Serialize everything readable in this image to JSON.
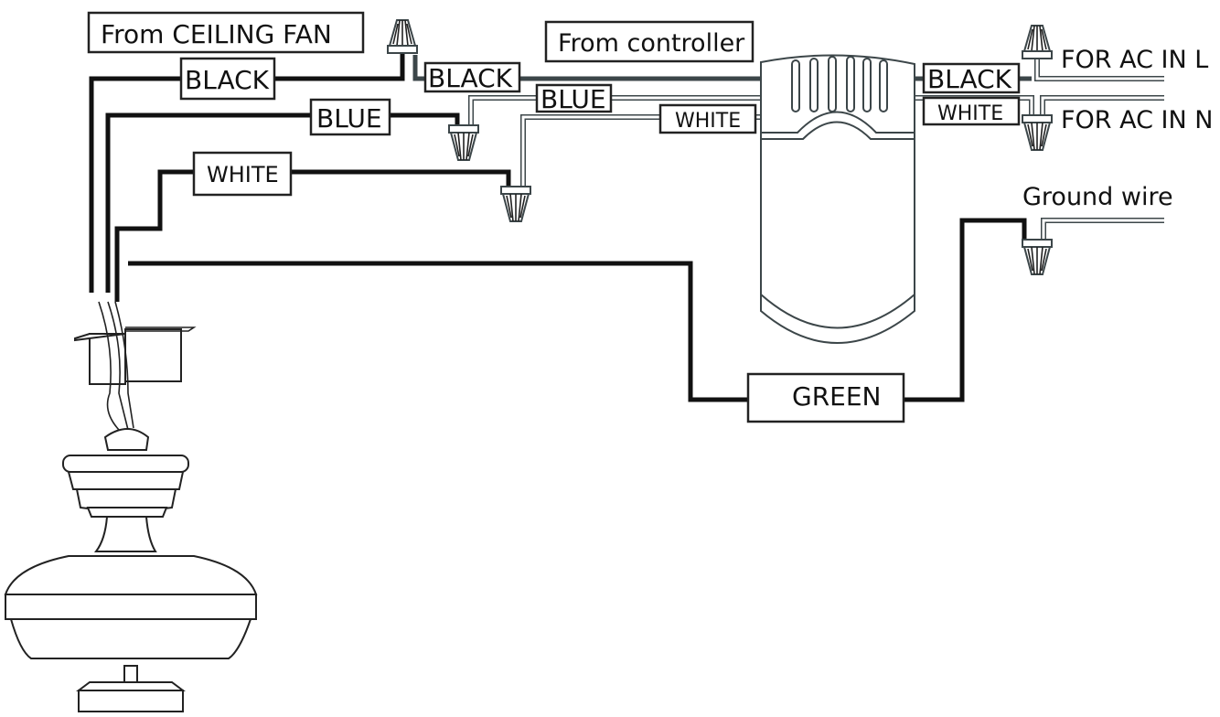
{
  "diagram": {
    "title_fan": "From CEILING FAN",
    "title_controller": "From controller",
    "fan_wires": {
      "black": "BLACK",
      "blue": "BLUE",
      "white": "WHITE"
    },
    "controller_wires": {
      "black": "BLACK",
      "blue": "BLUE",
      "white": "WHITE"
    },
    "input_wires": {
      "black": "BLACK",
      "white": "WHITE"
    },
    "ground_wire_label": "GREEN",
    "ac_in_l": "FOR AC IN L",
    "ac_in_n": "FOR AC IN N",
    "ground_wire": "Ground wire",
    "colors": {
      "wire_black": "#111111",
      "wire_controller": "#3c4649",
      "background": "#ffffff"
    }
  }
}
